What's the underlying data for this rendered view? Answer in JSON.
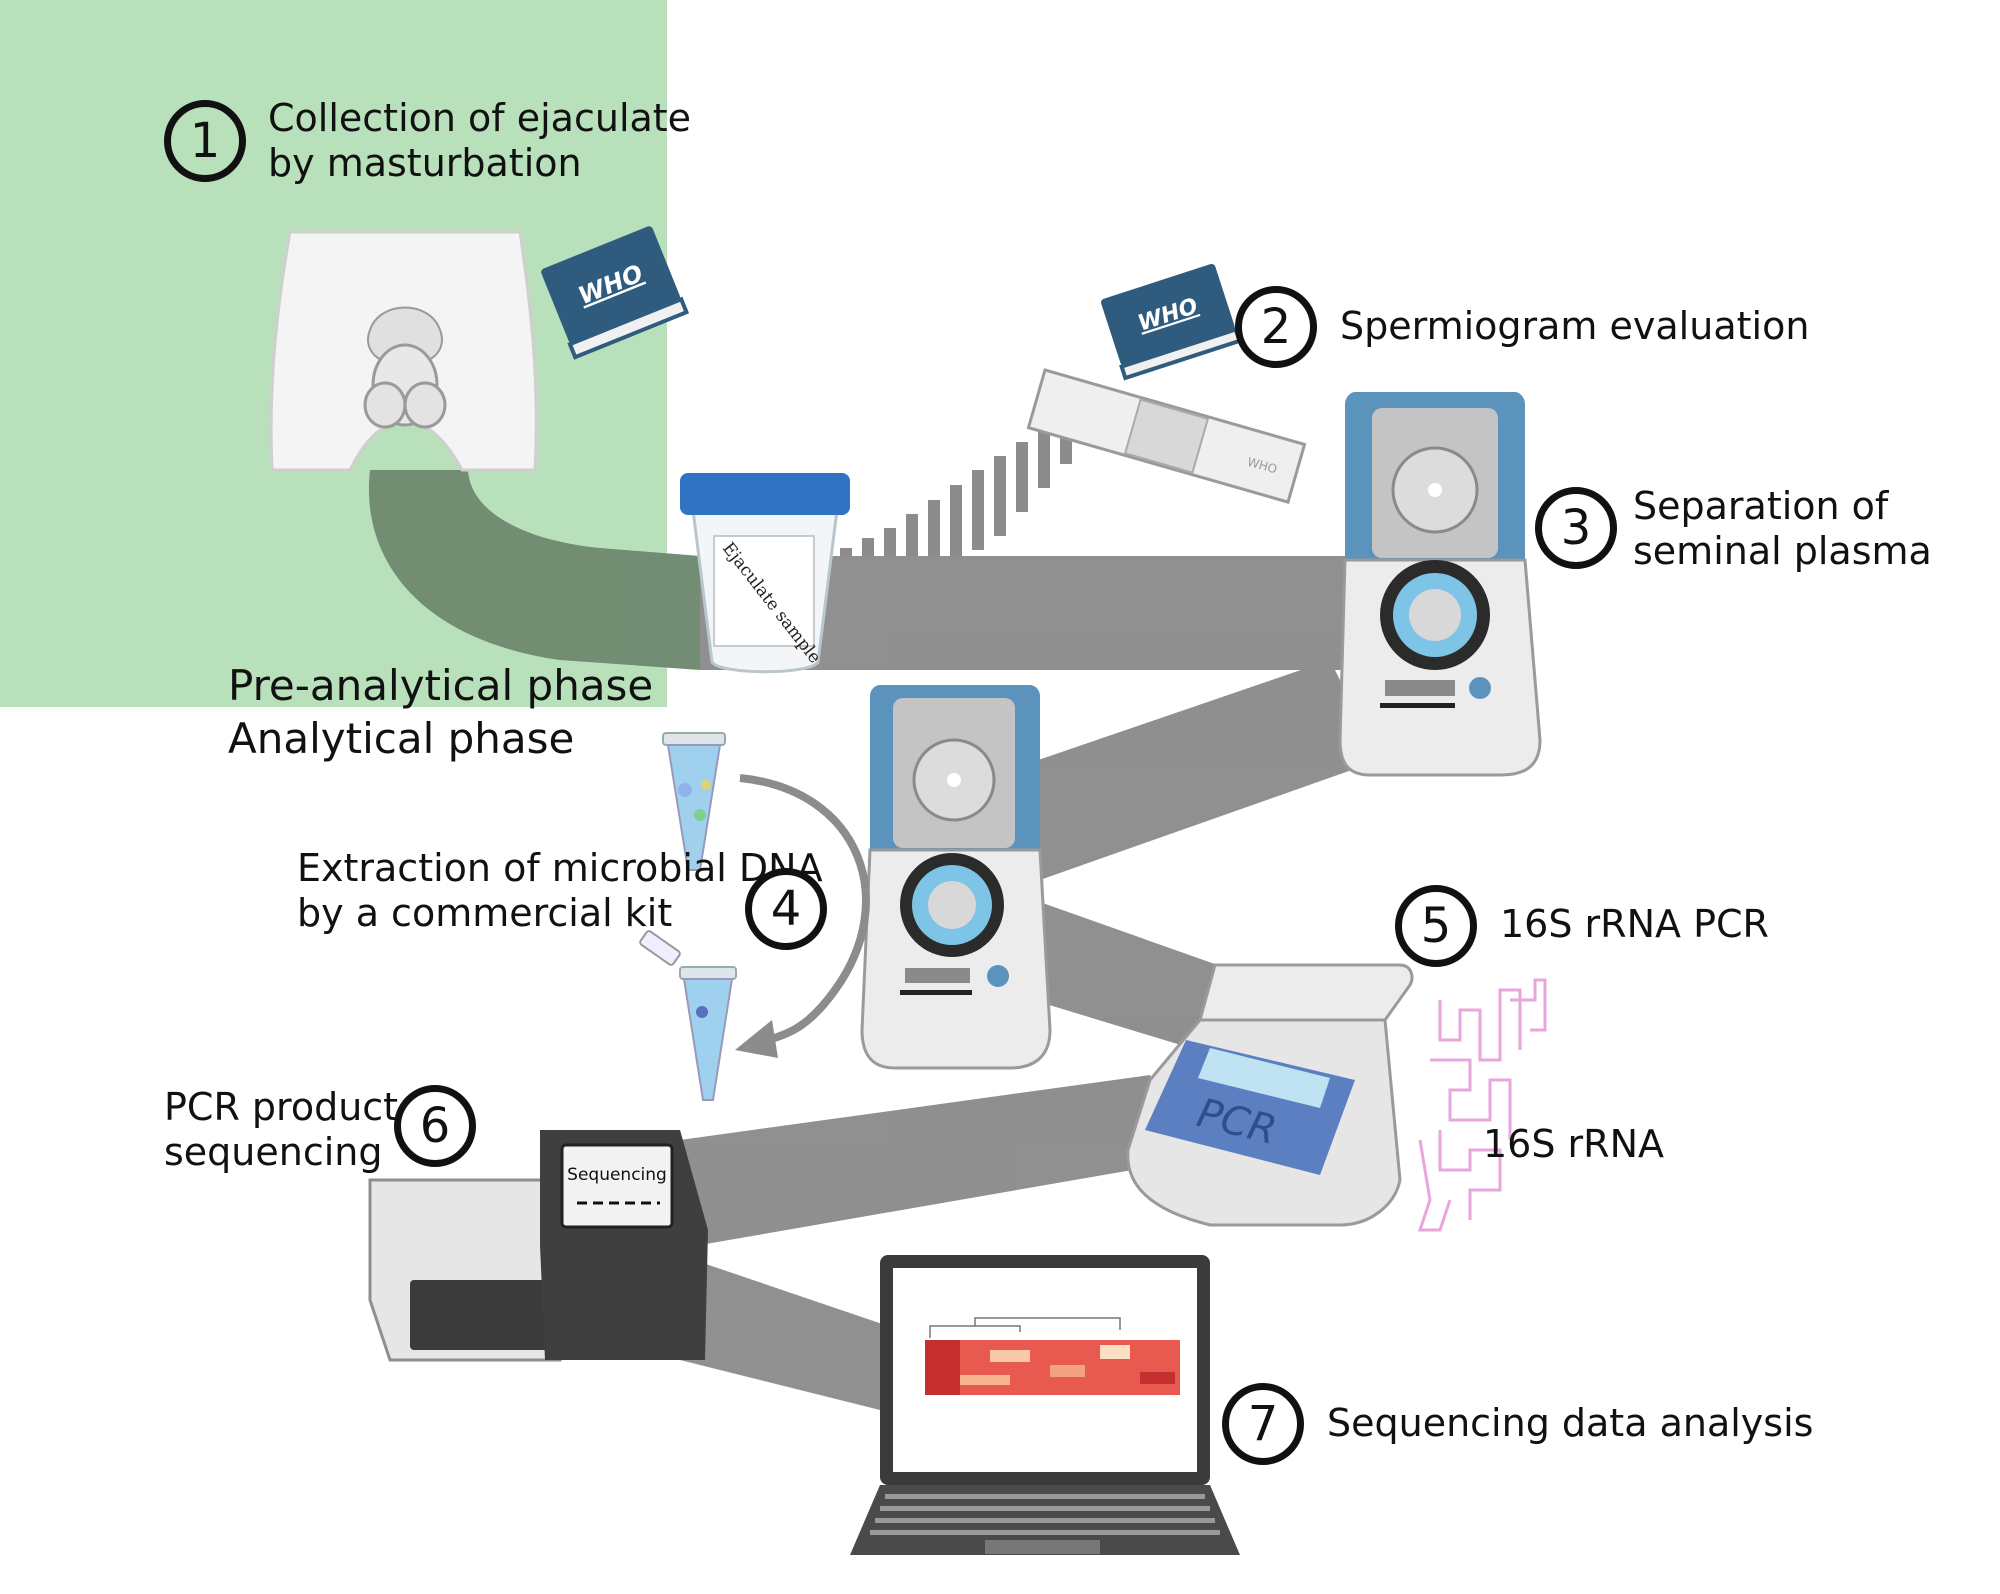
{
  "phases": {
    "pre_analytical": "Pre-analytical phase",
    "analytical": "Analytical phase"
  },
  "steps": [
    {
      "number": "1",
      "line1": "Collection of ejaculate",
      "line2": "by masturbation"
    },
    {
      "number": "2",
      "line1": "Spermiogram evaluation",
      "line2": ""
    },
    {
      "number": "3",
      "line1": "Separation of",
      "line2": "seminal plasma"
    },
    {
      "number": "4",
      "line1": "Extraction of microbial DNA",
      "line2": "by a commercial kit"
    },
    {
      "number": "5",
      "line1": "16S rRNA PCR",
      "line2": ""
    },
    {
      "number": "6",
      "line1": "PCR product",
      "line2": "sequencing"
    },
    {
      "number": "7",
      "line1": "Sequencing data analysis",
      "line2": ""
    }
  ],
  "labels": {
    "book_1": "WHO",
    "book_2": "WHO",
    "slide": "WHO",
    "cup": "Ejaculate sample",
    "pcr_machine": "PCR",
    "rrna": "16S rRNA",
    "sequencer_screen": "Sequencing"
  },
  "colors": {
    "pre_analytical_bg": "#b8e0ba",
    "path_gray": "#8c8c8c",
    "centrifuge_lid": "#5b93bd",
    "book_blue": "#2f5c7e",
    "cup_lid": "#2f73c2",
    "pcr_screen": "#5b7fc1",
    "rrna_pink": "#e9a6dc"
  }
}
